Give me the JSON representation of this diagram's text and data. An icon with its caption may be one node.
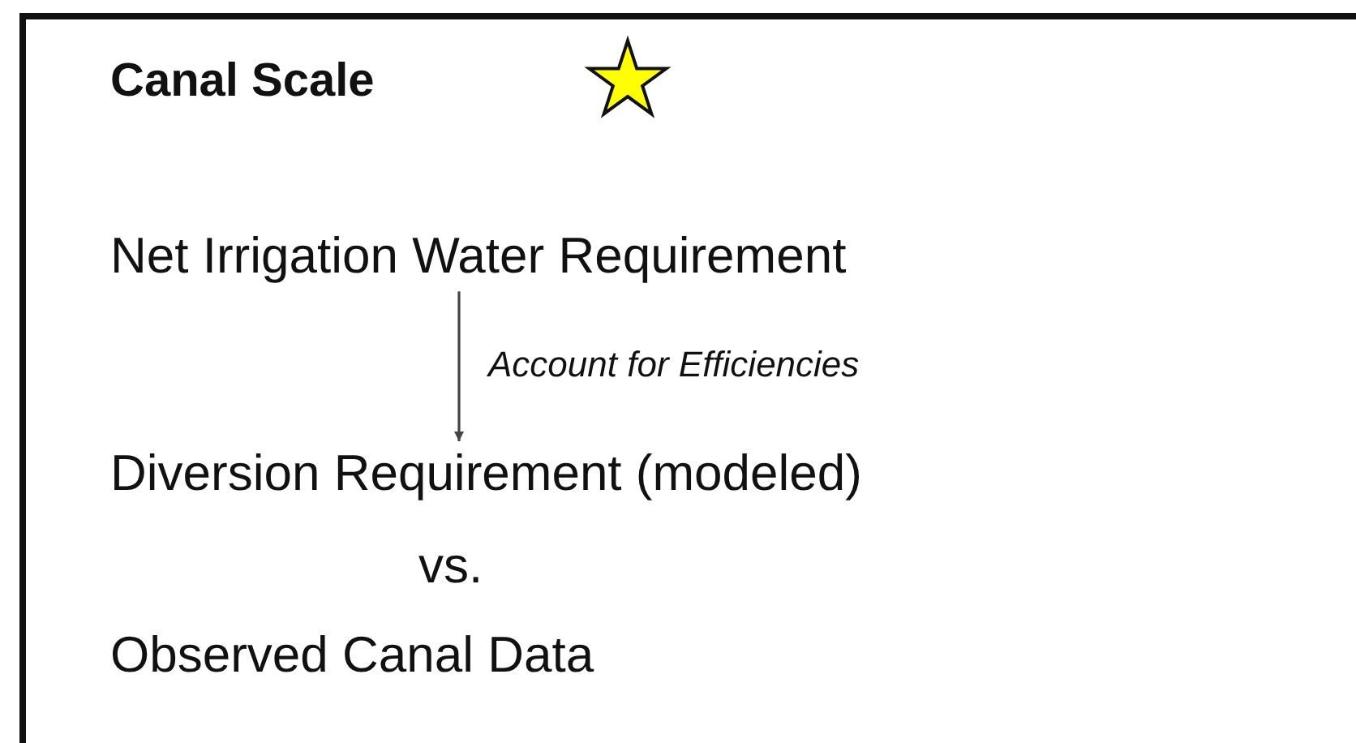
{
  "diagram": {
    "nodes": [
      {
        "text": [
          "Canal Scale"
        ]
      },
      {
        "text": [
          "Net Irrigation Water Requirement"
        ],
        "in": 0
      },
      {
        "text": [
          "Diversion Requirement (modeled)"
        ],
        "in": 0
      }
    ],
    "edges": [
      {
        "from": 1,
        "to": 2,
        "arrow": "to",
        "label": "Account for Efficiencies"
      }
    ],
    "labels": [
      "vs.",
      "Observed Canal Data"
    ]
  }
}
